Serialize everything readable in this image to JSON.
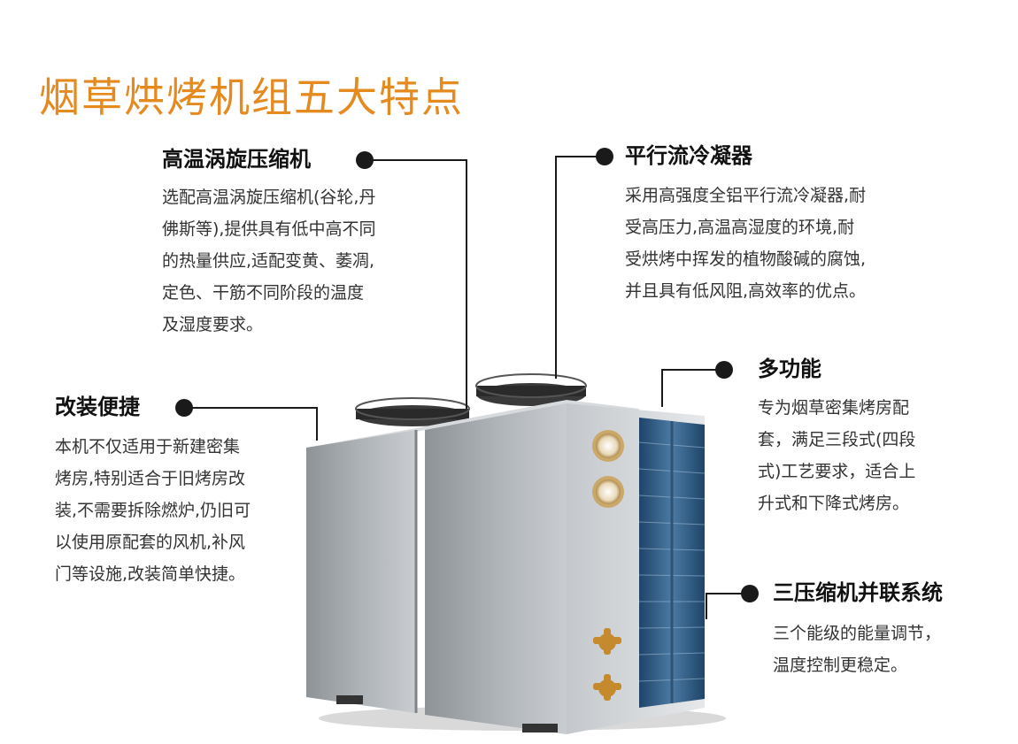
{
  "title": "烟草烘烤机组五大特点",
  "features": [
    {
      "heading": "高温涡旋压缩机",
      "lines": [
        "选配高温涡旋压缩机(谷轮,丹",
        "佛斯等),提供具有低中高不同",
        "的热量供应,适配变黄、萎凋,",
        "定色、干筋不同阶段的温度",
        "及湿度要求。"
      ]
    },
    {
      "heading": "平行流冷凝器",
      "lines": [
        "采用高强度全铝平行流冷凝器,耐",
        "受高压力,高温高湿度的环境,耐",
        "受烘烤中挥发的植物酸碱的腐蚀,",
        "并且具有低风阻,高效率的优点。"
      ]
    },
    {
      "heading": "改装便捷",
      "lines": [
        "本机不仅适用于新建密集",
        "烤房,特别适合于旧烤房改",
        "装,不需要拆除燃炉,仍旧可",
        "以使用原配套的风机,补风",
        "门等设施,改装简单快捷。"
      ]
    },
    {
      "heading": "多功能",
      "lines": [
        "专为烟草密集烤房配",
        "套，满足三段式(四段",
        "式)工艺要求，适合上",
        "升式和下降式烤房。"
      ]
    },
    {
      "heading": "三压缩机并联系统",
      "lines": [
        "三个能级的能量调节，",
        "温度控制更稳定。"
      ]
    }
  ],
  "colors": {
    "title": "#e58a1f",
    "heading": "#111111",
    "body": "#333333",
    "line": "#1a1a1a",
    "coil": "#2f5d86"
  }
}
